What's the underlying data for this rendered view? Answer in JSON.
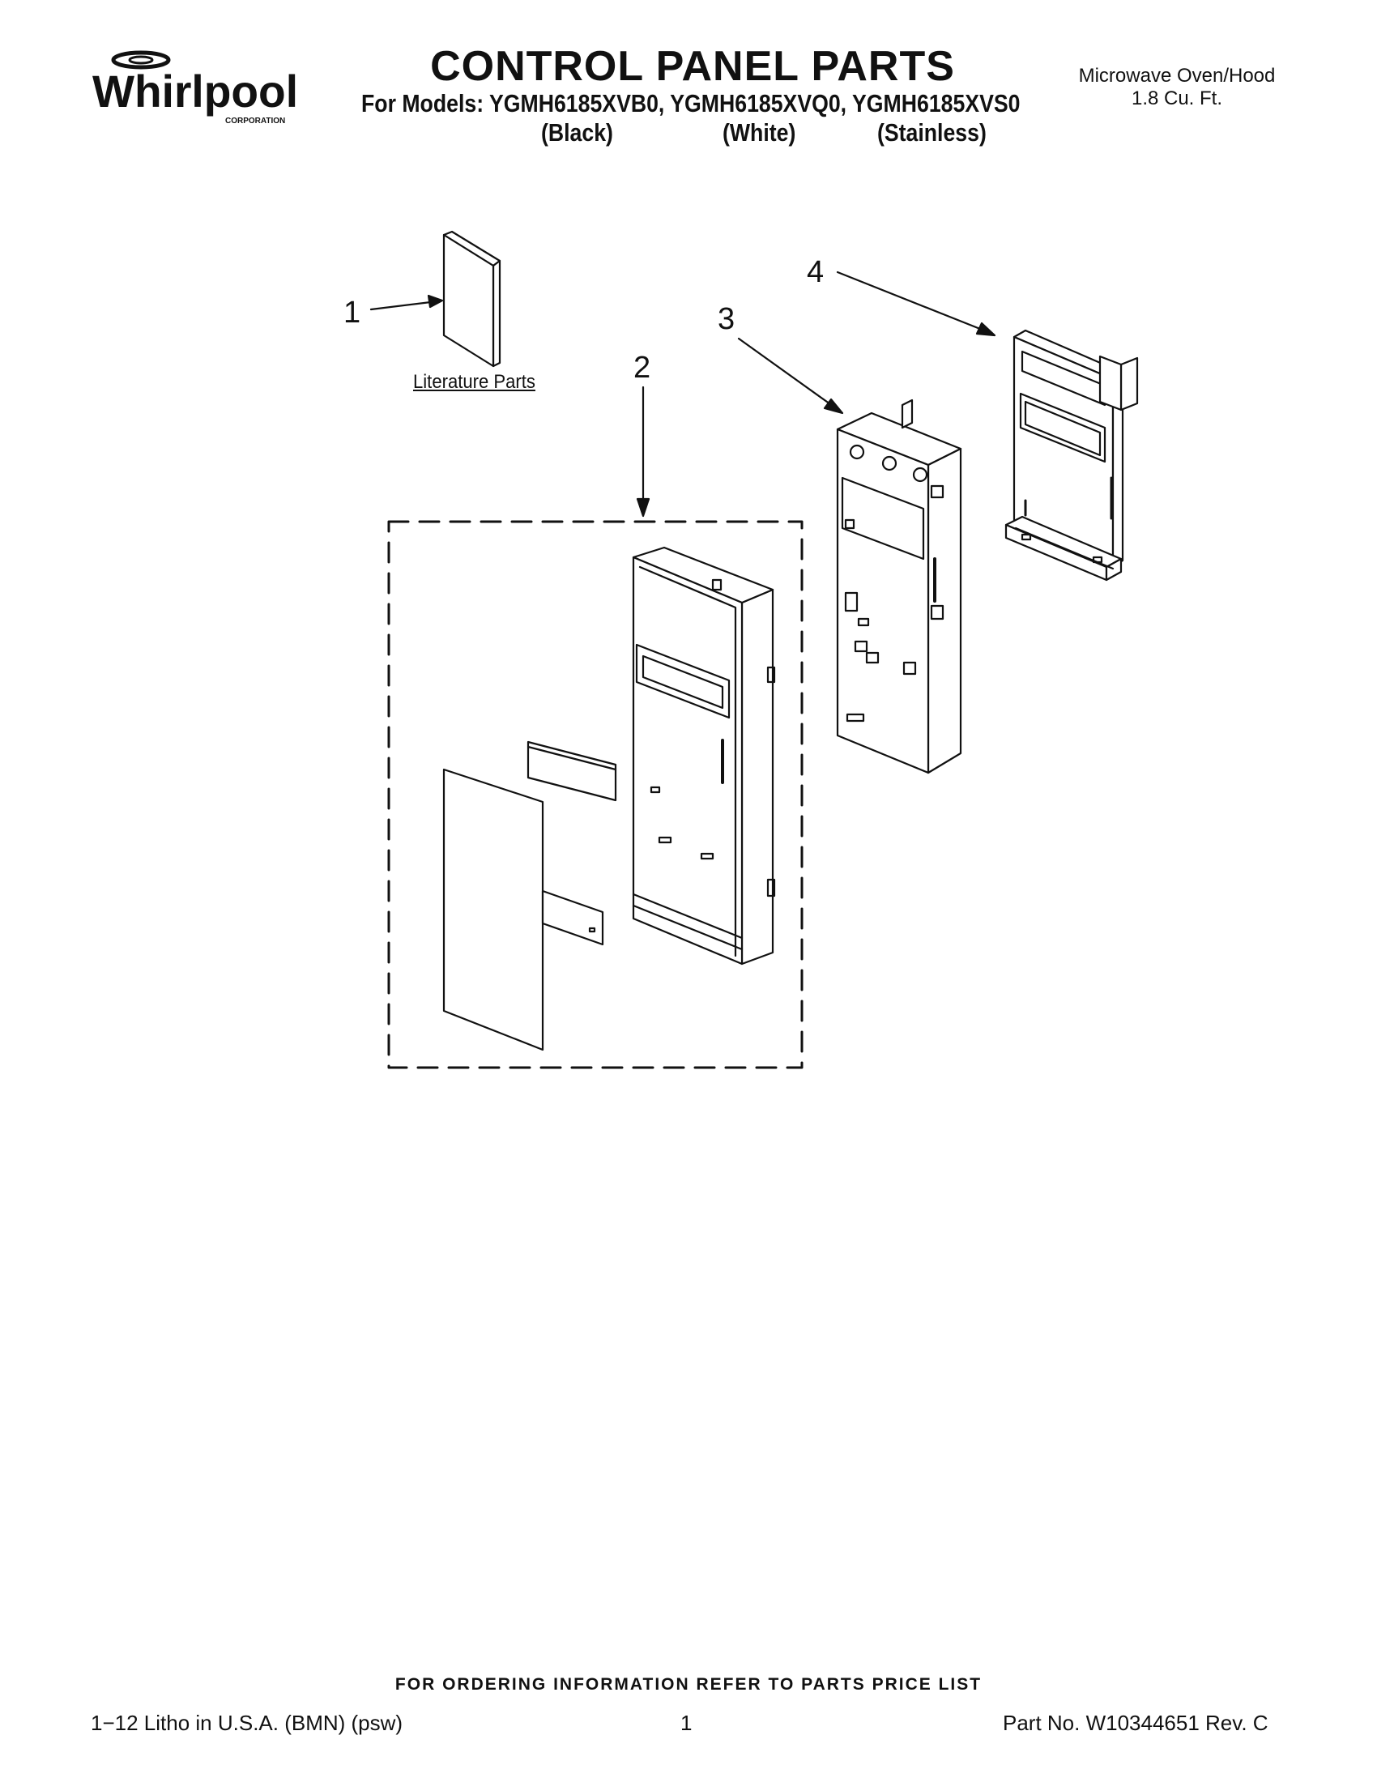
{
  "header": {
    "brand": "Whirlpool",
    "brand_sub": "CORPORATION",
    "title": "CONTROL PANEL PARTS",
    "models_line": "For Models: YGMH6185XVB0, YGMH6185XVQ0, YGMH6185XVS0",
    "variants": [
      "(Black)",
      "(White)",
      "(Stainless)"
    ],
    "product_type": "Microwave Oven/Hood",
    "capacity": "1.8 Cu. Ft."
  },
  "diagram": {
    "callouts": [
      "1",
      "2",
      "3",
      "4"
    ],
    "literature_label": "Literature Parts"
  },
  "footer": {
    "ordering_note": "FOR ORDERING INFORMATION REFER TO PARTS PRICE LIST",
    "litho": "1−12 Litho in U.S.A. (BMN) (psw)",
    "page_number": "1",
    "part_number": "Part No. W10344651 Rev. C"
  }
}
